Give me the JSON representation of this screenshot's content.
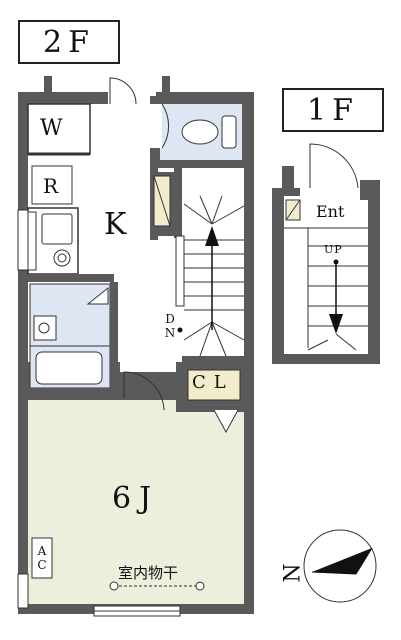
{
  "floors": {
    "upper": "2F",
    "lower": "1F"
  },
  "rooms": {
    "washroom": "W",
    "refrigerator": "R",
    "kitchen": "K",
    "closet": "CL",
    "main_room": "6J",
    "aircon": "AC",
    "drying": "室内物干",
    "entrance": "Ent"
  },
  "stairs": {
    "down": "DN",
    "up": "UP"
  },
  "compass": {
    "north": "N"
  },
  "colors": {
    "wall": "#5a5a5a",
    "room_floor": "#eeeedd",
    "wet_area": "#dde6f2",
    "storage_accent": "#f2eccc",
    "background": "#ffffff"
  }
}
